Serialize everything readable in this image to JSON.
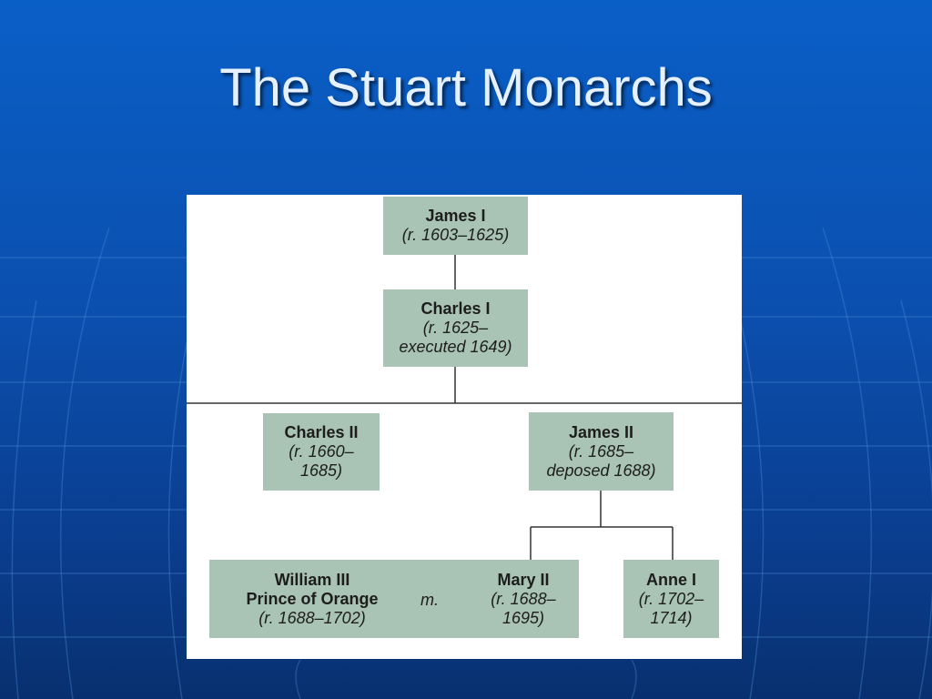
{
  "slide": {
    "title": "The Stuart Monarchs"
  },
  "chart": {
    "james1": {
      "name": "James I",
      "reign": "(r. 1603–1625)"
    },
    "charles1": {
      "name": "Charles I",
      "reign_1": "(r. 1625–",
      "reign_2": "executed 1649)"
    },
    "charles2": {
      "name": "Charles II",
      "reign_1": "(r. 1660–",
      "reign_2": "1685)"
    },
    "james2": {
      "name": "James II",
      "reign_1": "(r. 1685–",
      "reign_2": "deposed 1688)"
    },
    "william3": {
      "name": "William III",
      "title": "Prince of Orange",
      "reign": "(r. 1688–1702)"
    },
    "marriage": "m.",
    "mary2": {
      "name": "Mary II",
      "reign_1": "(r. 1688–",
      "reign_2": "1695)"
    },
    "anne1": {
      "name": "Anne I",
      "reign_1": "(r. 1702–",
      "reign_2": "1714)"
    }
  }
}
